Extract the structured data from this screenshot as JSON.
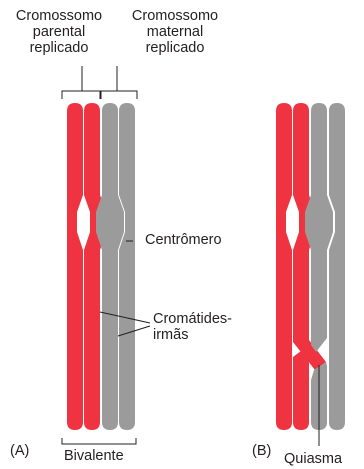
{
  "colors": {
    "parental": "#ef3340",
    "maternal": "#9a9b9a",
    "leader": "#231f20"
  },
  "labels": {
    "parental_chromosome": "Cromossomo\nparental\nreplicado",
    "maternal_chromosome": "Cromossomo\nmaternal\nreplicado",
    "centromere": "Centrômero",
    "sister_chromatids": "Cromátides-\nirmãs",
    "panel_a": "(A)",
    "bivalent": "Bivalente",
    "panel_b": "(B)",
    "chiasma": "Quiasma"
  }
}
